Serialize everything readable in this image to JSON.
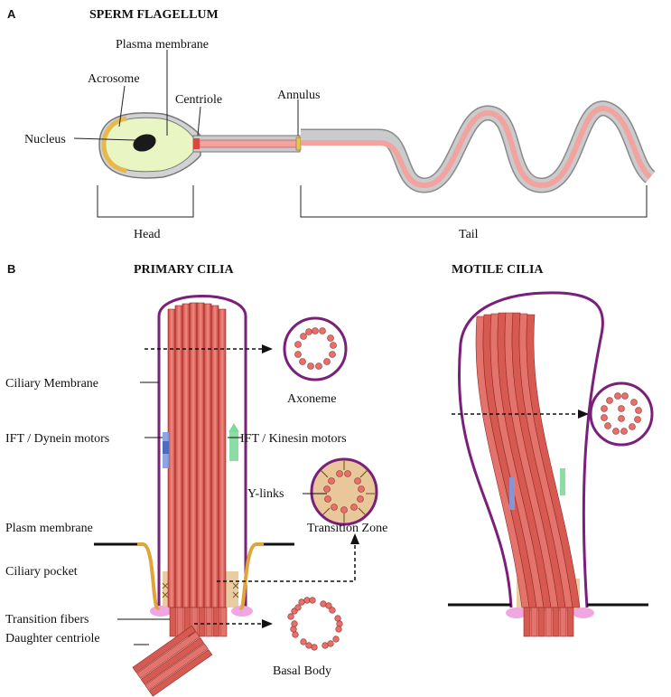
{
  "panel_a": {
    "letter": "A",
    "title": "SPERM FLAGELLUM",
    "labels": {
      "plasma_membrane": "Plasma membrane",
      "acrosome": "Acrosome",
      "centriole": "Centriole",
      "annulus": "Annulus",
      "nucleus": "Nucleus",
      "head": "Head",
      "tail": "Tail"
    }
  },
  "panel_b": {
    "letter": "B",
    "primary_title": "PRIMARY CILIA",
    "motile_title": "MOTILE CILIA",
    "labels": {
      "ciliary_membrane": "Ciliary Membrane",
      "ift_dynein": "IFT / Dynein motors",
      "ift_kinesin": "IFT / Kinesin motors",
      "axoneme": "Axoneme",
      "y_links": "Y-links",
      "transition_zone": "Transition Zone",
      "plasm_membrane": "Plasm membrane",
      "ciliary_pocket": "Ciliary pocket",
      "transition_fibers": "Transition fibers",
      "daughter_centriole": "Daughter centriole",
      "basal_body": "Basal Body"
    }
  },
  "colors": {
    "membrane_purple": "#7a1f7a",
    "microtubule_red": "#e8706a",
    "microtubule_dark": "#b03a34",
    "nucleus_green": "#e9f5c2",
    "acrosome_yellow": "#e7b84a",
    "sheath_gray": "#c9cbcc",
    "tail_pink": "#f2a3a0",
    "transition_tan": "#e8c79a",
    "fiber_pink": "#f0a6e0",
    "kinesin_green": "#7fd99a",
    "dynein_blue": "#7f9be0",
    "pocket_orange": "#e0a43a"
  }
}
